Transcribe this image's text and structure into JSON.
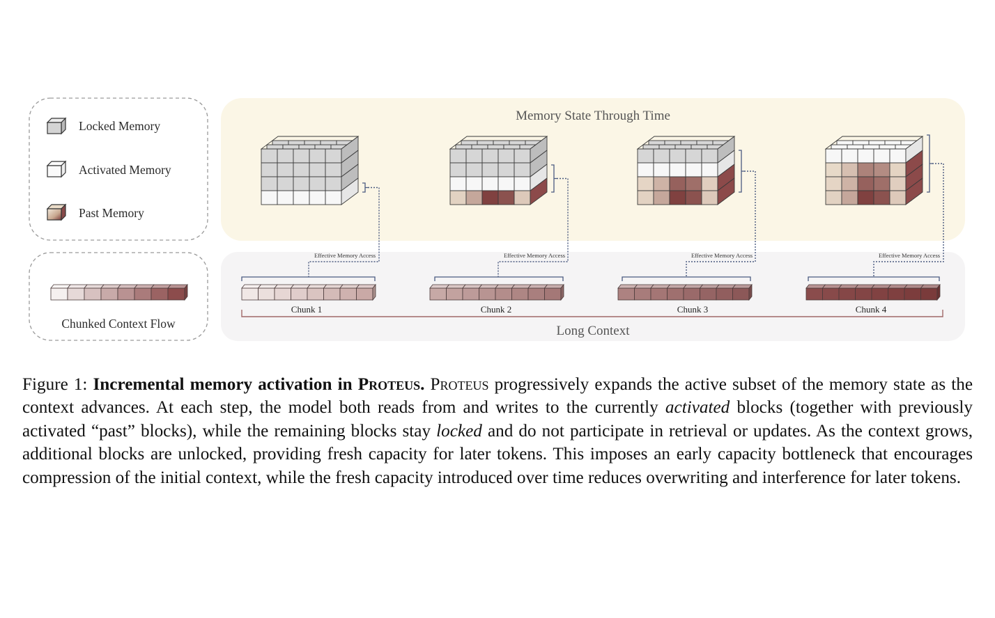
{
  "legend": {
    "locked": "Locked Memory",
    "activated": "Activated Memory",
    "past": "Past Memory",
    "chunked": "Chunked Context Flow"
  },
  "memory_panel_title": "Memory State Through Time",
  "access_label": "Effective Memory Access",
  "chunks": [
    "Chunk 1",
    "Chunk 2",
    "Chunk 3",
    "Chunk 4"
  ],
  "long_context_label": "Long Context",
  "colors": {
    "locked_face": "#d8d8d8",
    "activated_face": "#f7f7f7",
    "past_dark": "#7a3a3a",
    "past_light": "#e8d8c2",
    "memory_panel_bg": "#fbf6e6",
    "context_panel_bg": "#f5f4f5",
    "bracket_blue": "#4a5a80",
    "long_context_line": "#a06868"
  },
  "caption": {
    "label": "Figure 1: ",
    "title_pre": "Incremental memory activation in ",
    "title_name": "Proteus",
    "title_post": ".",
    "lead_name": "Proteus",
    "s1": " progressively expands the active subset of the memory state as the context advances. At each step, the model both reads from and writes to the currently ",
    "em1": "activated",
    "s2": " blocks (together with previously activated “past” blocks), while the remaining blocks stay ",
    "em2": "locked",
    "s3": " and do not participate in retrieval or updates. As the context grows, additional blocks are unlocked, providing fresh capacity for later tokens. This imposes an early capacity bottleneck that encourages compression of the initial context, while the fresh capacity introduced over time reduces overwriting and interference for later tokens."
  }
}
